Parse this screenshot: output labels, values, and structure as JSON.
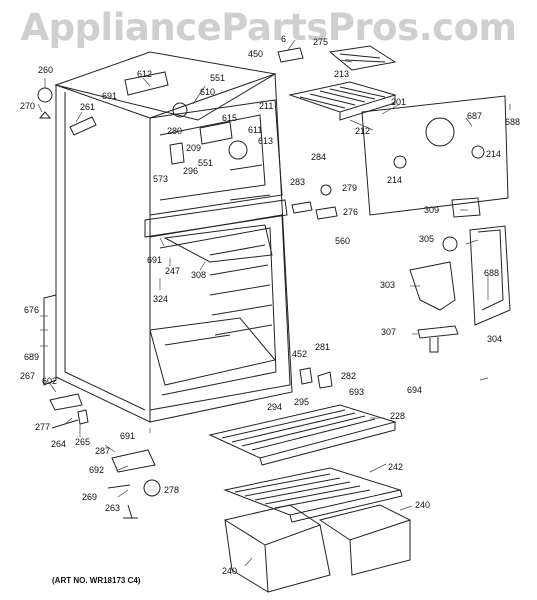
{
  "watermark": "AppliancePartsPros.com",
  "art_number": "(ART NO. WR18173 C4)",
  "labels": [
    "260",
    "270",
    "612",
    "691",
    "551",
    "610",
    "615",
    "611",
    "209",
    "211",
    "280",
    "613",
    "551",
    "296",
    "573",
    "261",
    "6",
    "450",
    "275",
    "213",
    "201",
    "212",
    "687",
    "688",
    "214",
    "214",
    "284",
    "279",
    "283",
    "276",
    "560",
    "309",
    "305",
    "688",
    "303",
    "304",
    "307",
    "691",
    "247",
    "308",
    "324",
    "676",
    "689",
    "267",
    "602",
    "452",
    "281",
    "282",
    "693",
    "294",
    "295",
    "694",
    "228",
    "277",
    "264",
    "265",
    "691",
    "287",
    "692",
    "242",
    "269",
    "278",
    "240",
    "263",
    "240"
  ]
}
